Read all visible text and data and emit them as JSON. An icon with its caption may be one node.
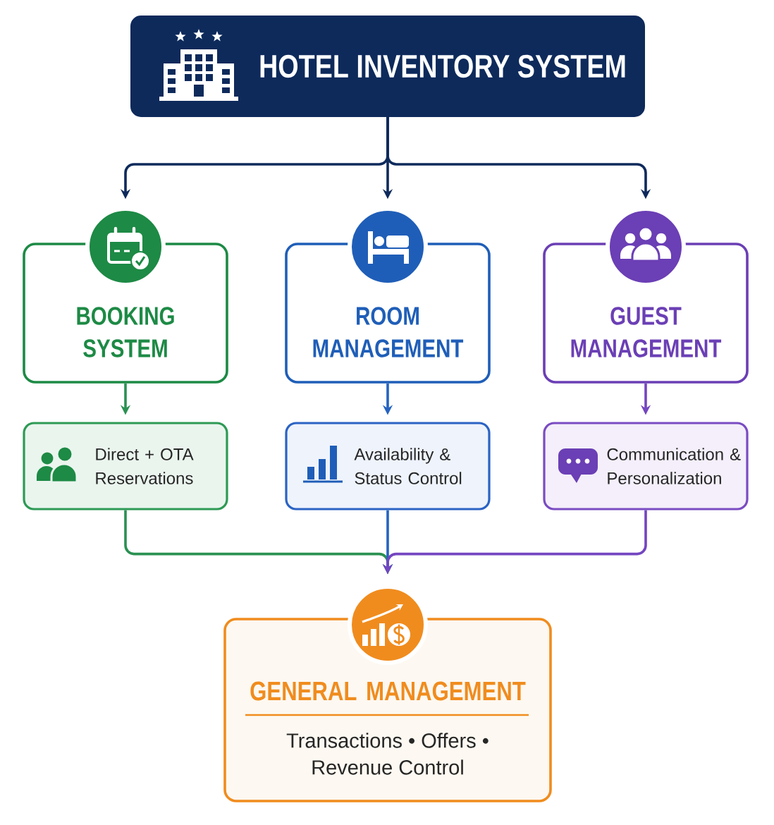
{
  "diagram": {
    "nodes": [
      {
        "text": [
          "HOTEL INVENTORY SYSTEM"
        ]
      },
      {
        "text": [
          "BOOKING SYSTEM"
        ]
      },
      {
        "text": [
          "ROOM MANAGEMENT"
        ]
      },
      {
        "text": [
          "GUEST MANAGEMENT"
        ]
      },
      {
        "text": [
          "Direct + OTA Reservations"
        ]
      },
      {
        "text": [
          "Availability & Status Control"
        ]
      },
      {
        "text": [
          "Communication & Personalization"
        ]
      },
      {
        "text": [
          "GENERAL MANAGEMENT",
          "Transactions • Offers • Revenue Control"
        ]
      }
    ],
    "edges": [
      {
        "from": 0,
        "to": 1,
        "arrow": "to"
      },
      {
        "from": 0,
        "to": 2,
        "arrow": "to"
      },
      {
        "from": 0,
        "to": 3,
        "arrow": "to"
      },
      {
        "from": 1,
        "to": 4,
        "arrow": "to",
        "color": "#2a9152"
      },
      {
        "from": 2,
        "to": 5,
        "arrow": "to",
        "color": "#2563c0"
      },
      {
        "from": 3,
        "to": 6,
        "arrow": "to",
        "color": "#7446c0"
      },
      {
        "from": 4,
        "to": 7,
        "arrow": "to",
        "color": "#2a9152"
      },
      {
        "from": 5,
        "to": 7,
        "arrow": "to",
        "color": "#2563c0"
      },
      {
        "from": 6,
        "to": 7,
        "arrow": "to",
        "color": "#7446c0"
      }
    ]
  }
}
